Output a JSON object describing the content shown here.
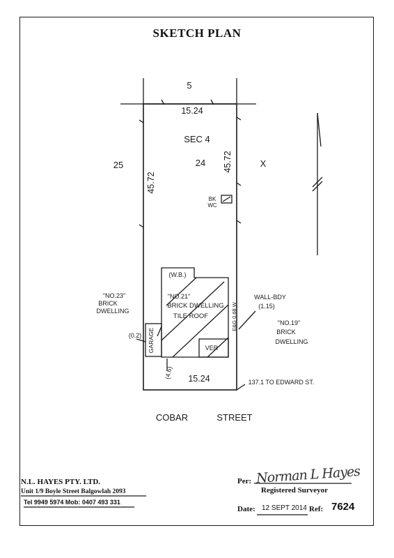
{
  "title": "SKETCH PLAN",
  "lots": {
    "top": "5",
    "left": "25",
    "center": "24",
    "right": "X",
    "section": "SEC 4"
  },
  "dimensions": {
    "top_width": "15.24",
    "bottom_width": "15.24",
    "left_depth": "45.72",
    "right_depth": "45.72",
    "garage_offset": "(0.2)",
    "front_setback": "(4.6)",
    "wall_offset": "(1.15)",
    "eg_label": "E&G 0.68 W",
    "distance_to_corner": "137.1 TO EDWARD ST."
  },
  "features": {
    "bk_wc_line1": "BK",
    "bk_wc_line2": "WC",
    "wb": "(W.B.)",
    "garage": "GARAGE",
    "verandah": "VER",
    "wall_bdy": "WALL-BDY"
  },
  "dwelling": {
    "number": "\"NO.21\"",
    "description": "BRICK DWELLING",
    "roof": "TILE ROOF"
  },
  "neighbours": {
    "left": {
      "number": "\"NO.23\"",
      "line1": "BRICK",
      "line2": "DWELLING"
    },
    "right": {
      "number": "\"NO.19\"",
      "line1": "BRICK",
      "line2": "DWELLING"
    }
  },
  "street": {
    "name_part1": "COBAR",
    "name_part2": "STREET"
  },
  "firm": {
    "name": "N.L. HAYES PTY. LTD.",
    "address": "Unit 1/9 Boyle Street Balgowlah 2093",
    "tel": "Tel 9949 5974 Mob: 0407 493 331"
  },
  "footer": {
    "per_label": "Per:",
    "signature": "Norman L Hayes",
    "role": "Registered Surveyor",
    "date_label": "Date:",
    "date_value": "12 SEPT 2014",
    "ref_label": "Ref:",
    "ref_value": "7624"
  }
}
